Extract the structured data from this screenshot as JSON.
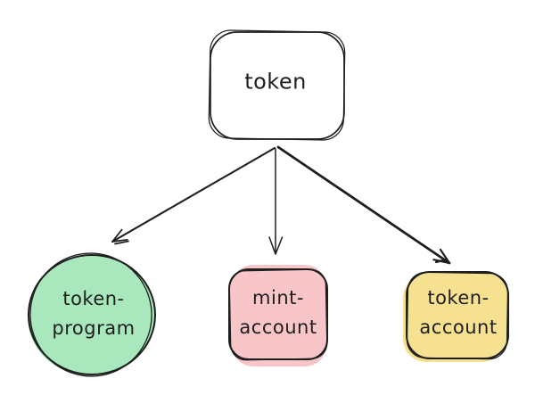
{
  "diagram": {
    "type": "flowchart",
    "style": "hand-drawn",
    "background": "#ffffff"
  },
  "colors": {
    "stroke": "#1e1e1e",
    "white_fill": "#ffffff",
    "green_fill": "#a9e8bc",
    "pink_fill": "#f8c5c8",
    "yellow_fill": "#f6e190"
  },
  "nodes": {
    "token": {
      "label": "token",
      "shape": "rounded-rectangle",
      "fill": "#ffffff"
    },
    "token_program": {
      "line1": "token-",
      "line2": "program",
      "shape": "circle",
      "fill": "#a9e8bc"
    },
    "mint_account": {
      "line1": "mint-",
      "line2": "account",
      "shape": "rounded-rectangle",
      "fill": "#f8c5c8"
    },
    "token_account": {
      "line1": "token-",
      "line2": "account",
      "shape": "rounded-rectangle",
      "fill": "#f6e190"
    }
  },
  "edges": [
    {
      "from": "token",
      "to": "token_program",
      "style": "arrow"
    },
    {
      "from": "token",
      "to": "mint_account",
      "style": "arrow"
    },
    {
      "from": "token",
      "to": "token_account",
      "style": "arrow"
    }
  ]
}
